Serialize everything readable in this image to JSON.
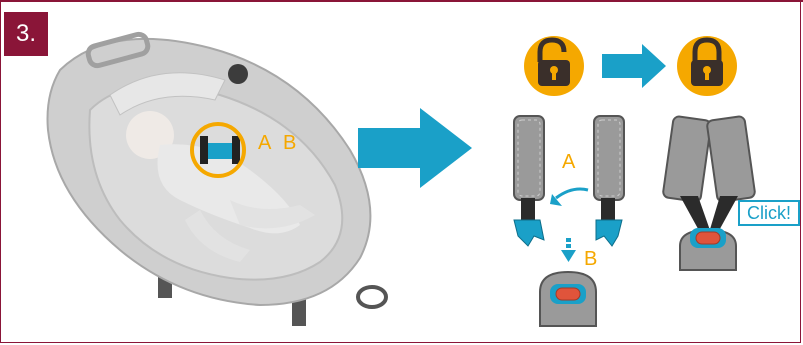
{
  "step": {
    "number": "3."
  },
  "labels": {
    "a": "A",
    "b": "B"
  },
  "click": {
    "text": "Click!"
  },
  "icons": {
    "unlocked": "padlock-unlocked-icon",
    "locked": "padlock-locked-icon",
    "arrow": "right-arrow-icon"
  },
  "colors": {
    "brand": "#8a1538",
    "accent_blue": "#1aa0c8",
    "accent_orange": "#f5a800",
    "strap_gray": "#9a9a9a",
    "buckle_red": "#e0543b"
  }
}
